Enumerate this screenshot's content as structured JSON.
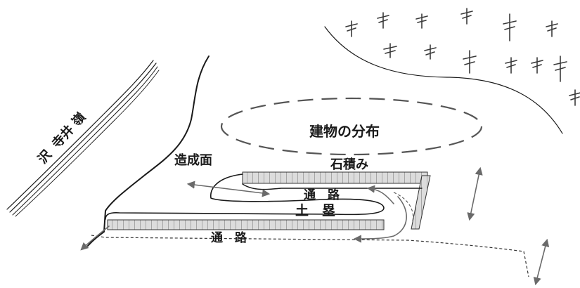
{
  "labels": {
    "river": "沢",
    "river_name": "寺井 嶺",
    "building_area": "建物の分布",
    "graded_surface": "造成面",
    "stone_wall": "石積み",
    "passage_upper": "通　路",
    "earthwork": "土　塁",
    "passage_lower": "通　路"
  },
  "colors": {
    "ink": "#1a1a1a",
    "arrow": "#6a6a6a",
    "hatch_fill": "#d9d9d9"
  },
  "icons": [
    "tree-icon",
    "double-arrow-icon",
    "arrow-icon"
  ]
}
